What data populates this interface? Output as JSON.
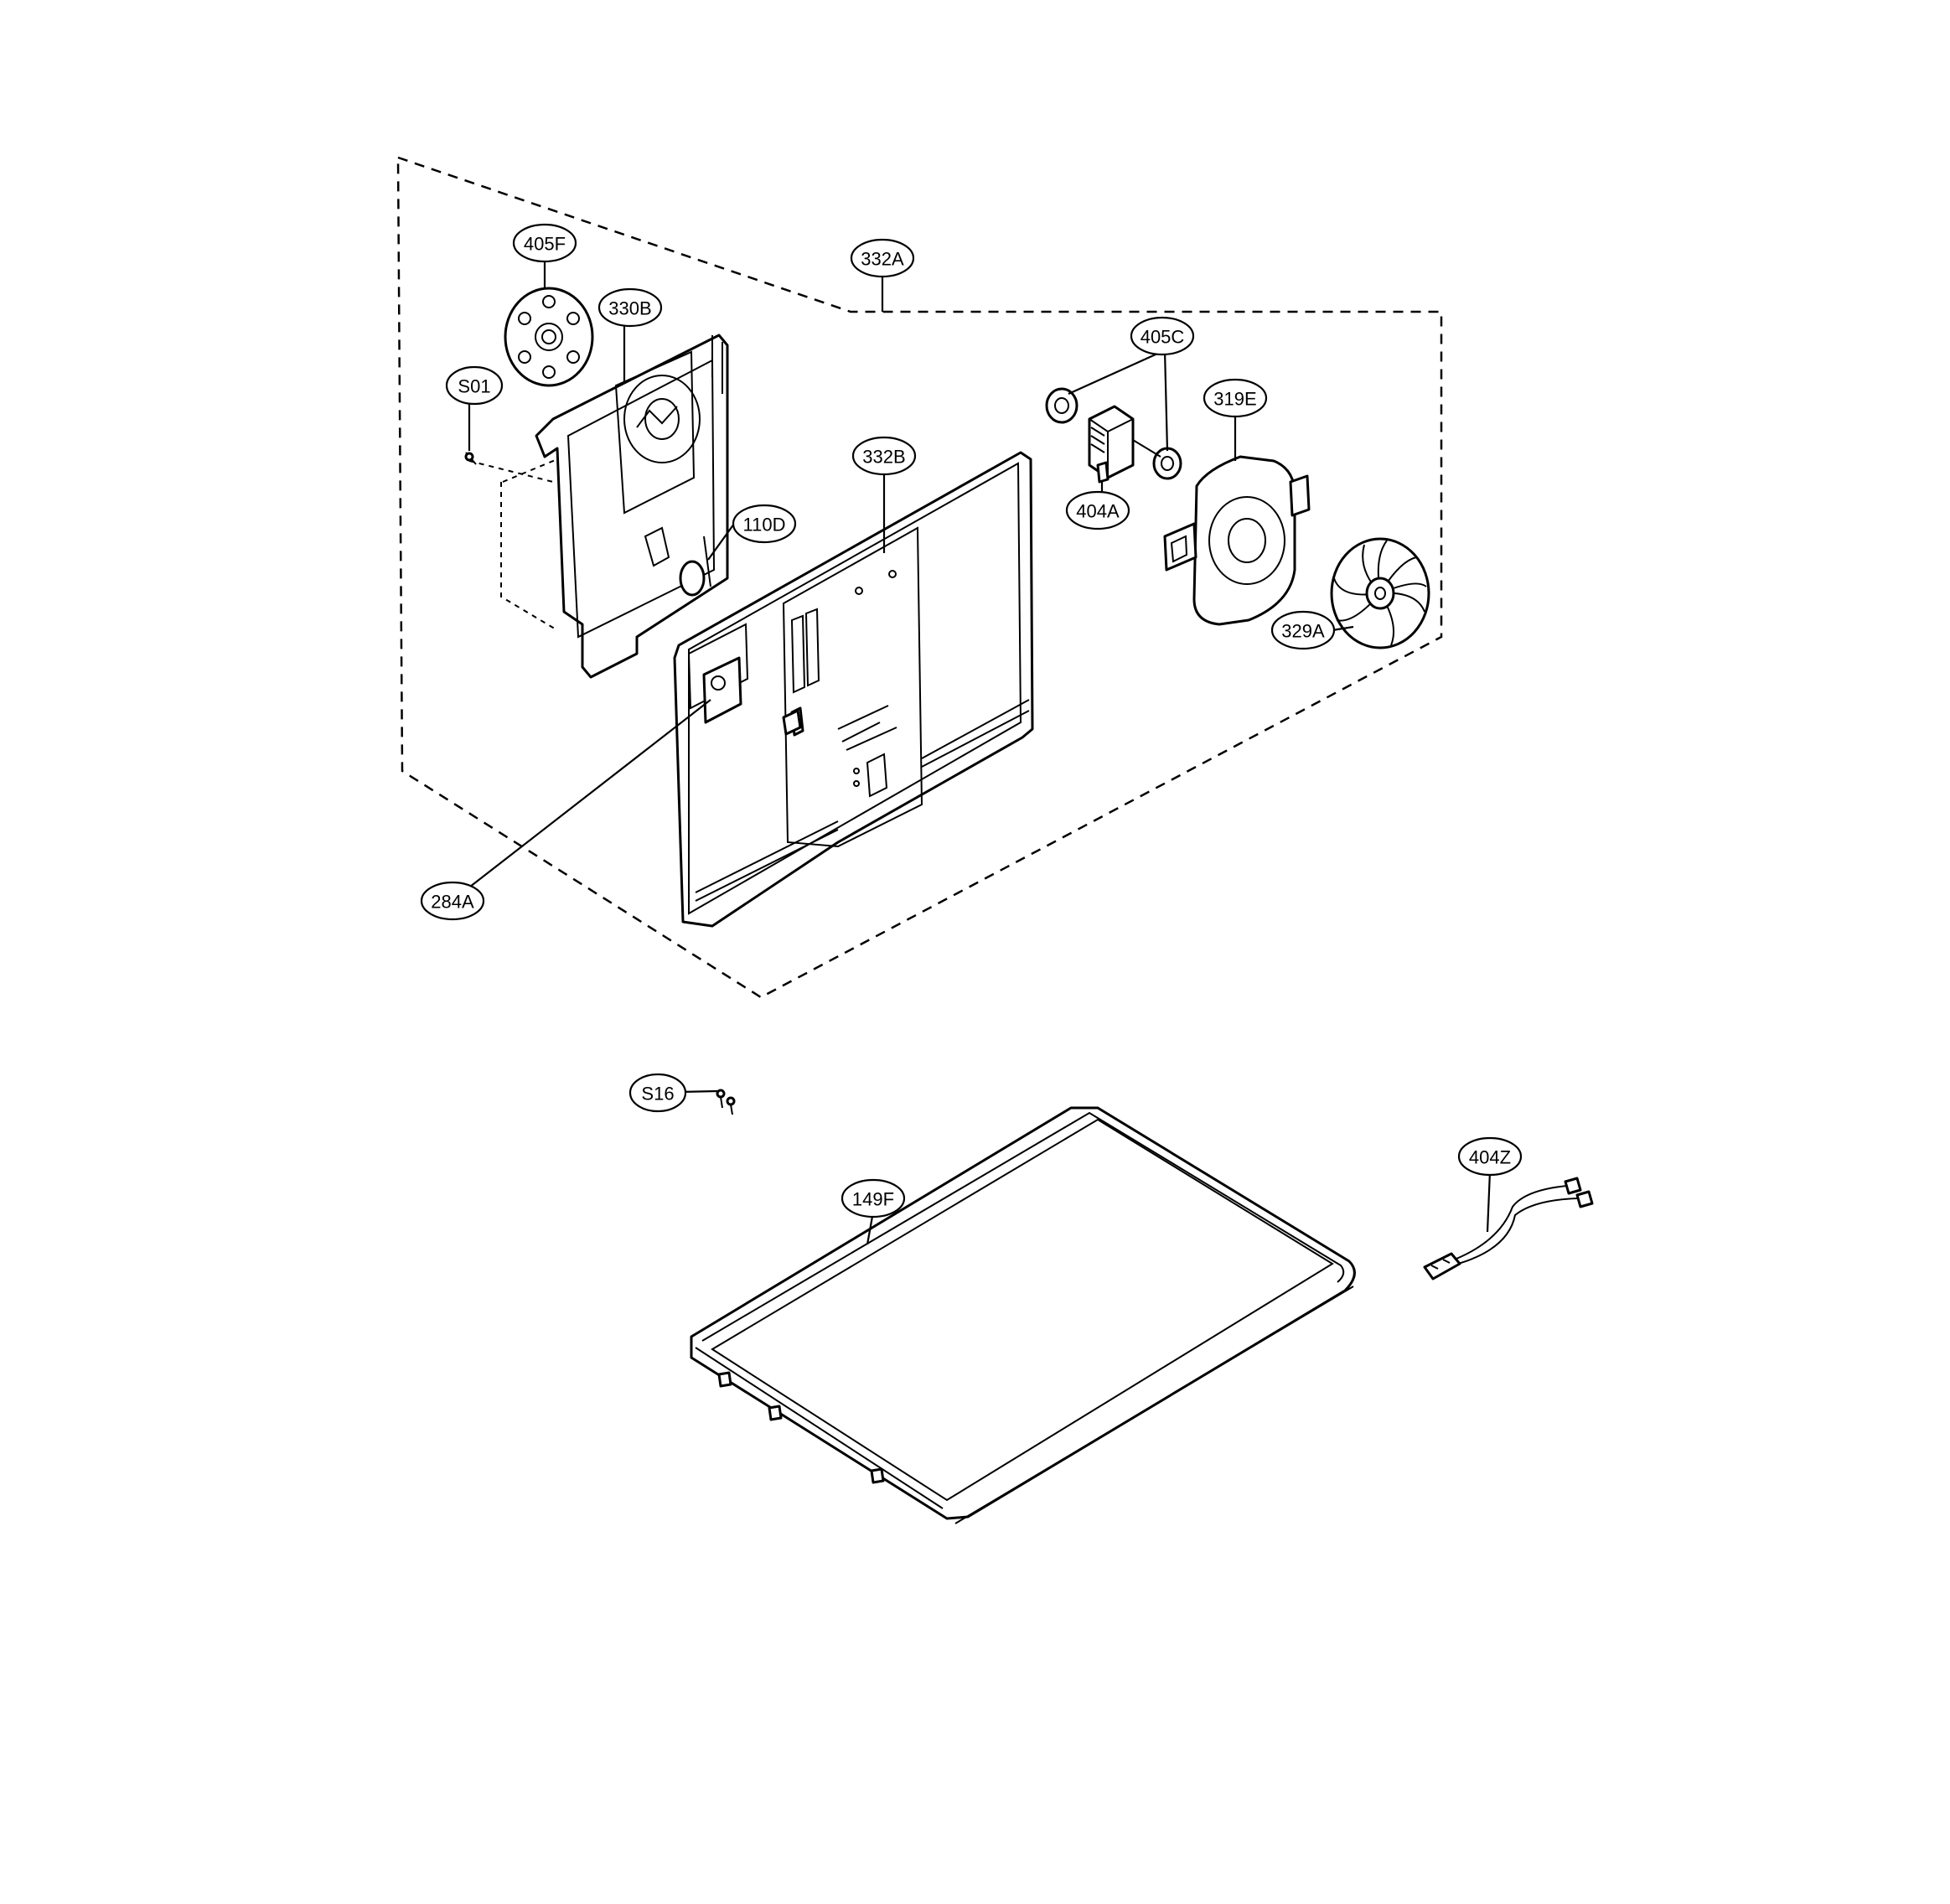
{
  "diagram": {
    "callouts": {
      "c332A": "332A",
      "c405F": "405F",
      "c330B": "330B",
      "cS01": "S01",
      "c110D": "110D",
      "c332B": "332B",
      "c284A": "284A",
      "c405C": "405C",
      "c319E": "319E",
      "c404A": "404A",
      "c329A": "329A",
      "cS16": "S16",
      "c149F": "149F",
      "c404Z": "404Z"
    }
  }
}
